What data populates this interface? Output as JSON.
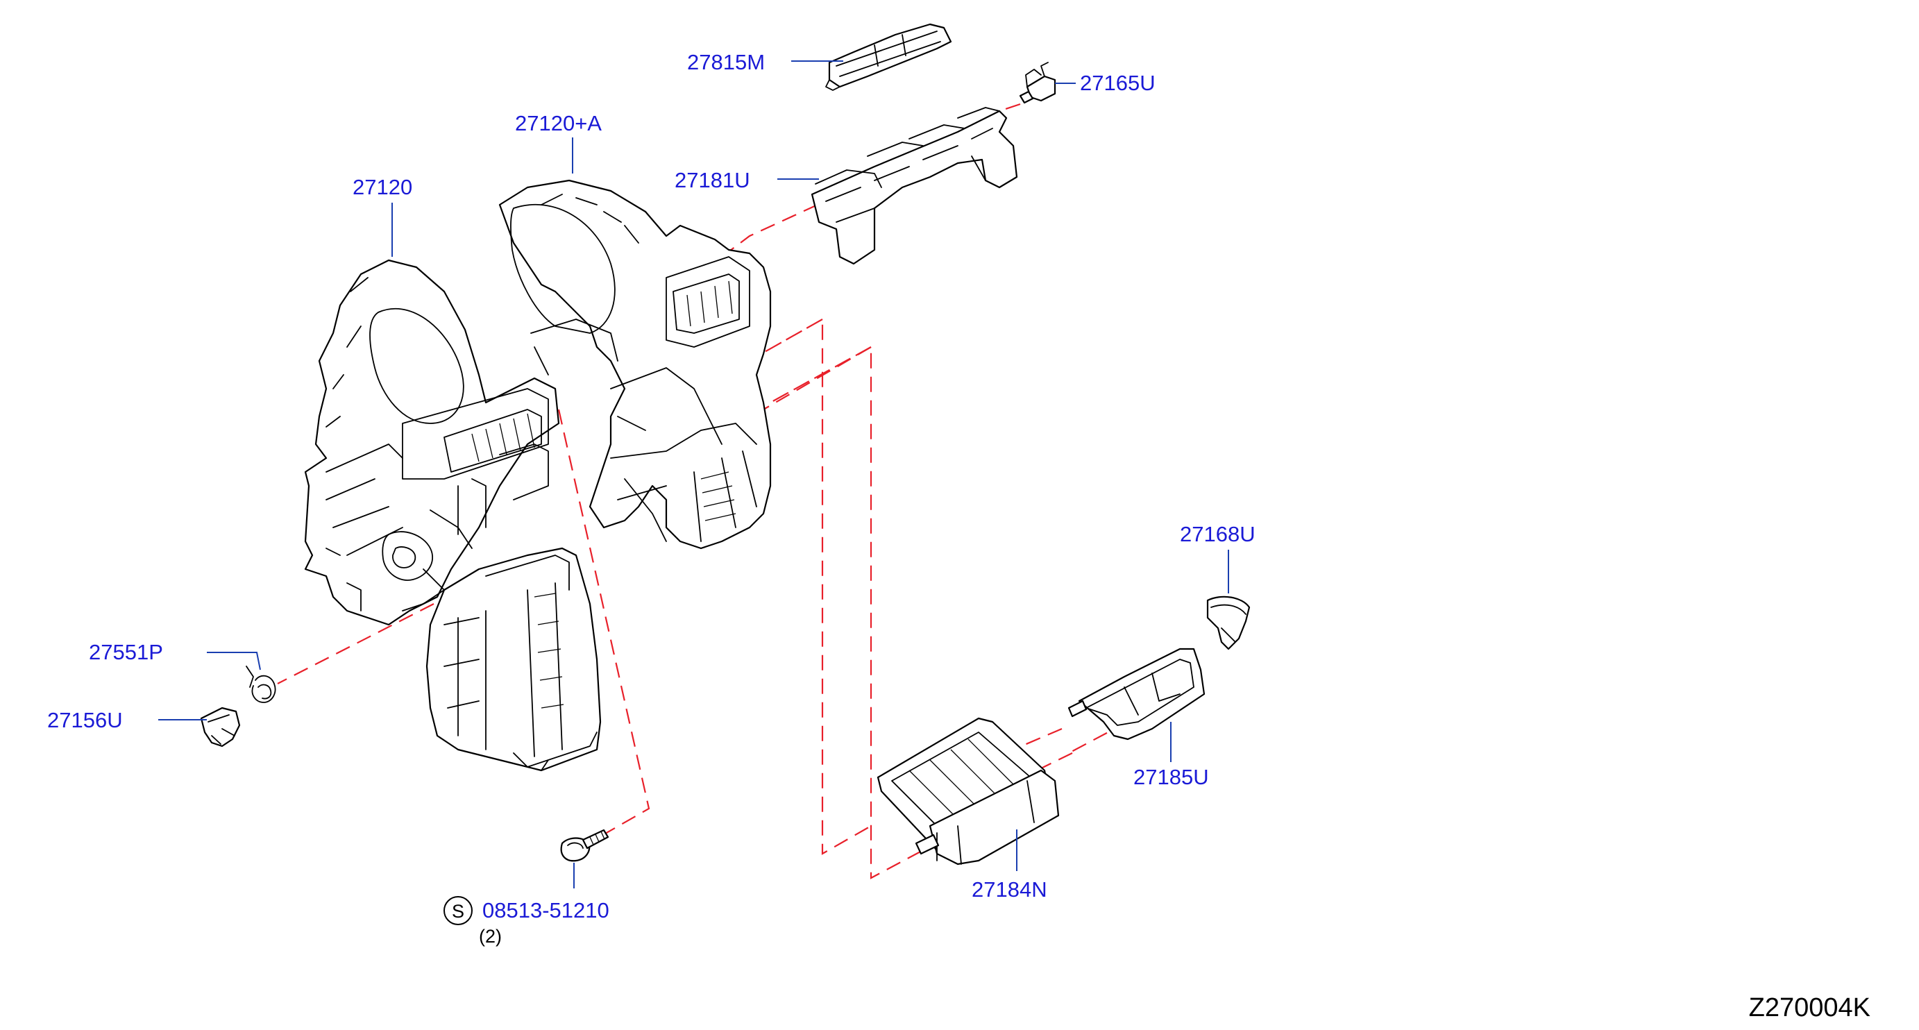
{
  "colors": {
    "label": "#1a1ad6",
    "leader": "#1a3fb0",
    "dashed_line": "#e8202a",
    "outline": "#000000"
  },
  "labels": {
    "p27815M": "27815M",
    "p27165U": "27165U",
    "p27120A": "27120+A",
    "p27181U": "27181U",
    "p27120": "27120",
    "p27168U": "27168U",
    "p27551P": "27551P",
    "p27156U": "27156U",
    "p27185U": "27185U",
    "p27184N": "27184N",
    "p08513": "08513-51210"
  },
  "screw_symbol": "S",
  "screw_quantity": "(2)",
  "diagram_code": "Z270004K"
}
